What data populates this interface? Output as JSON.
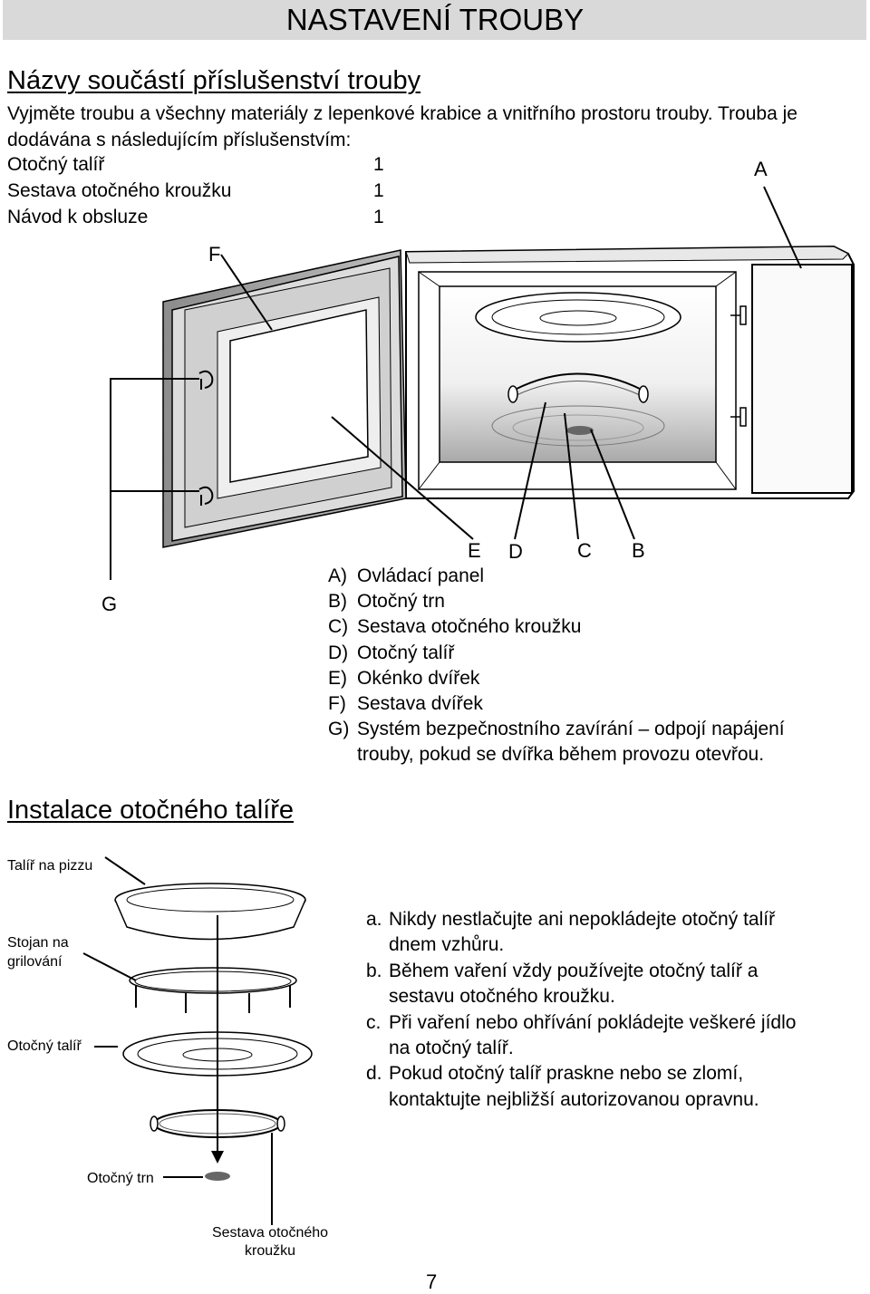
{
  "header": {
    "title": "NASTAVENÍ TROUBY"
  },
  "section1": {
    "heading": "Názvy součástí příslušenství trouby",
    "intro_line1": "Vyjměte troubu a všechny materiály z lepenkové krabice a vnitřního prostoru trouby. Trouba je",
    "intro_line2": "dodávána s následujícím příslušenstvím:",
    "accessories": [
      {
        "name": "Otočný talíř",
        "qty": "1"
      },
      {
        "name": "Sestava otočného kroužku",
        "qty": "1"
      },
      {
        "name": "Návod k obsluze",
        "qty": "1"
      }
    ]
  },
  "diagram": {
    "letters": {
      "A": "A",
      "B": "B",
      "C": "C",
      "D": "D",
      "E": "E",
      "F": "F",
      "G": "G"
    },
    "legend": [
      {
        "key": "A)",
        "text": "Ovládací panel"
      },
      {
        "key": "B)",
        "text": "Otočný trn"
      },
      {
        "key": "C)",
        "text": "Sestava otočného kroužku"
      },
      {
        "key": "D)",
        "text": "Otočný talíř"
      },
      {
        "key": "E)",
        "text": "Okénko dvířek"
      },
      {
        "key": "F)",
        "text": "Sestava dvířek"
      },
      {
        "key": "G)",
        "text": "Systém bezpečnostního zavírání – odpojí napájení",
        "cont": "trouby, pokud se dvířka během provozu otevřou."
      }
    ]
  },
  "section2": {
    "heading": "Instalace otočného talíře",
    "labels": {
      "pizza_plate": "Talíř na pizzu",
      "grill_stand_1": "Stojan na",
      "grill_stand_2": "grilování",
      "turntable": "Otočný talíř",
      "spindle": "Otočný trn",
      "ring_1": "Sestava otočného",
      "ring_2": "kroužku"
    },
    "notes": [
      {
        "key": "a.",
        "line1": "Nikdy nestlačujte ani nepokládejte otočný talíř",
        "line2": "dnem vzhůru."
      },
      {
        "key": "b.",
        "line1": "Během vaření vždy používejte otočný talíř a",
        "line2": "sestavu otočného kroužku."
      },
      {
        "key": "c.",
        "line1": "Při vaření nebo ohřívání pokládejte veškeré jídlo",
        "line2": "na otočný talíř."
      },
      {
        "key": "d.",
        "line1": "Pokud otočný talíř praskne nebo se zlomí,",
        "line2": "kontaktujte nejbližší autorizovanou opravnu."
      }
    ]
  },
  "footer": {
    "page_number": "7"
  }
}
